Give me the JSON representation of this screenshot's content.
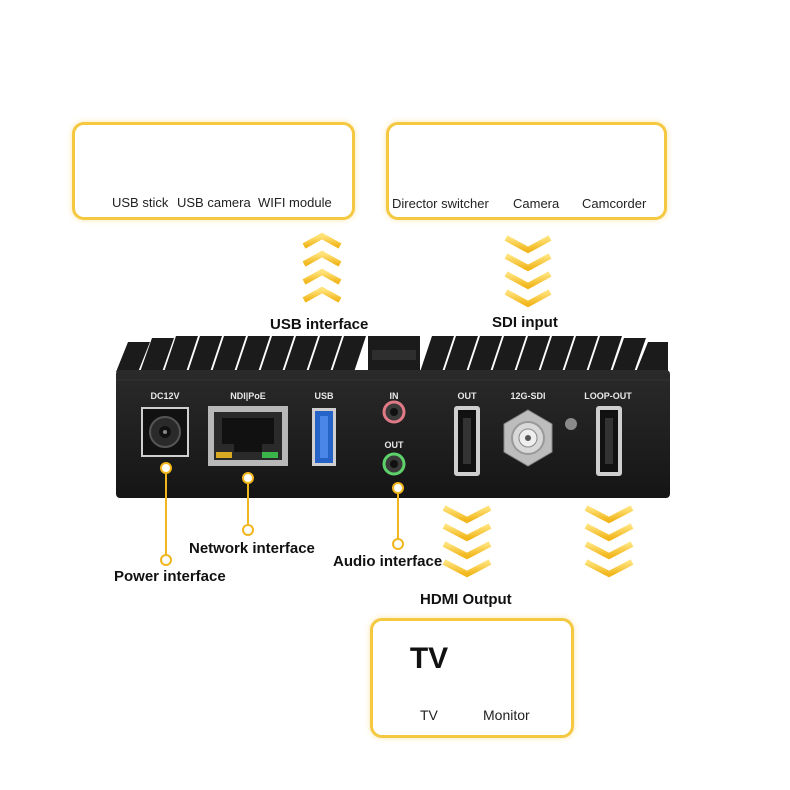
{
  "usb_box": {
    "items": [
      "USB stick",
      "USB camera",
      "WIFI module"
    ]
  },
  "sdi_box": {
    "items": [
      "Director switcher",
      "Camera",
      "Camcorder"
    ]
  },
  "hdmi_box": {
    "tv_screen_text": "TV",
    "items": [
      "TV",
      "Monitor"
    ]
  },
  "callouts": {
    "usb": "USB interface",
    "sdi": "SDI input",
    "network": "Network interface",
    "power": "Power interface",
    "audio": "Audio interface",
    "hdmi": "HDMI Output"
  },
  "device": {
    "port_labels": {
      "dc": "DC12V",
      "ndi": "NDI|PoE",
      "usb": "USB",
      "in": "IN",
      "out_audio": "OUT",
      "out_hdmi": "OUT",
      "sdi": "12G-SDI",
      "loop": "LOOP-OUT"
    }
  },
  "colors": {
    "accent": "#f5c842",
    "device": "#1e1e1e"
  }
}
